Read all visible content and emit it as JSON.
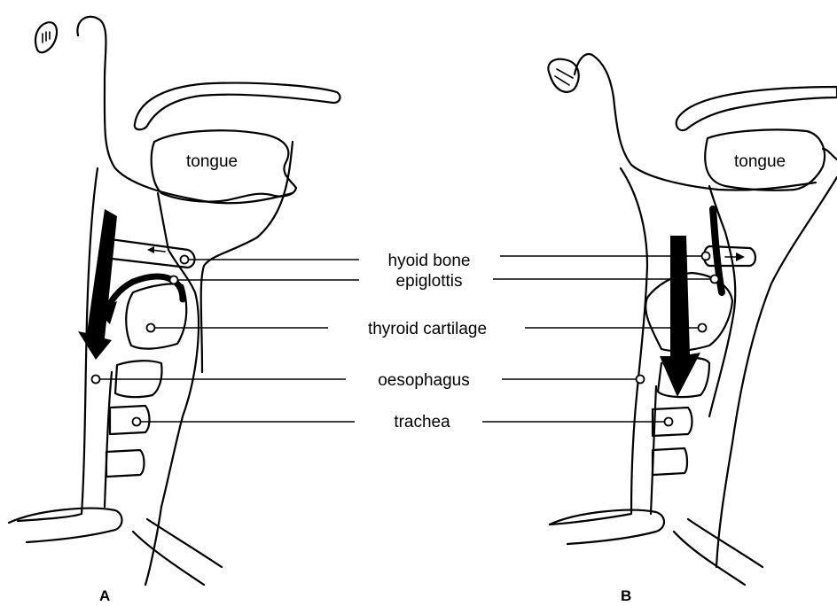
{
  "labels": {
    "tongue_a": "tongue",
    "tongue_b": "tongue",
    "hyoid_bone": "hyoid bone",
    "epiglottis": "epiglottis",
    "thyroid_cartilage": "thyroid cartilage",
    "oesophagus": "oesophagus",
    "trachea": "trachea"
  },
  "panels": {
    "a": "A",
    "b": "B"
  }
}
